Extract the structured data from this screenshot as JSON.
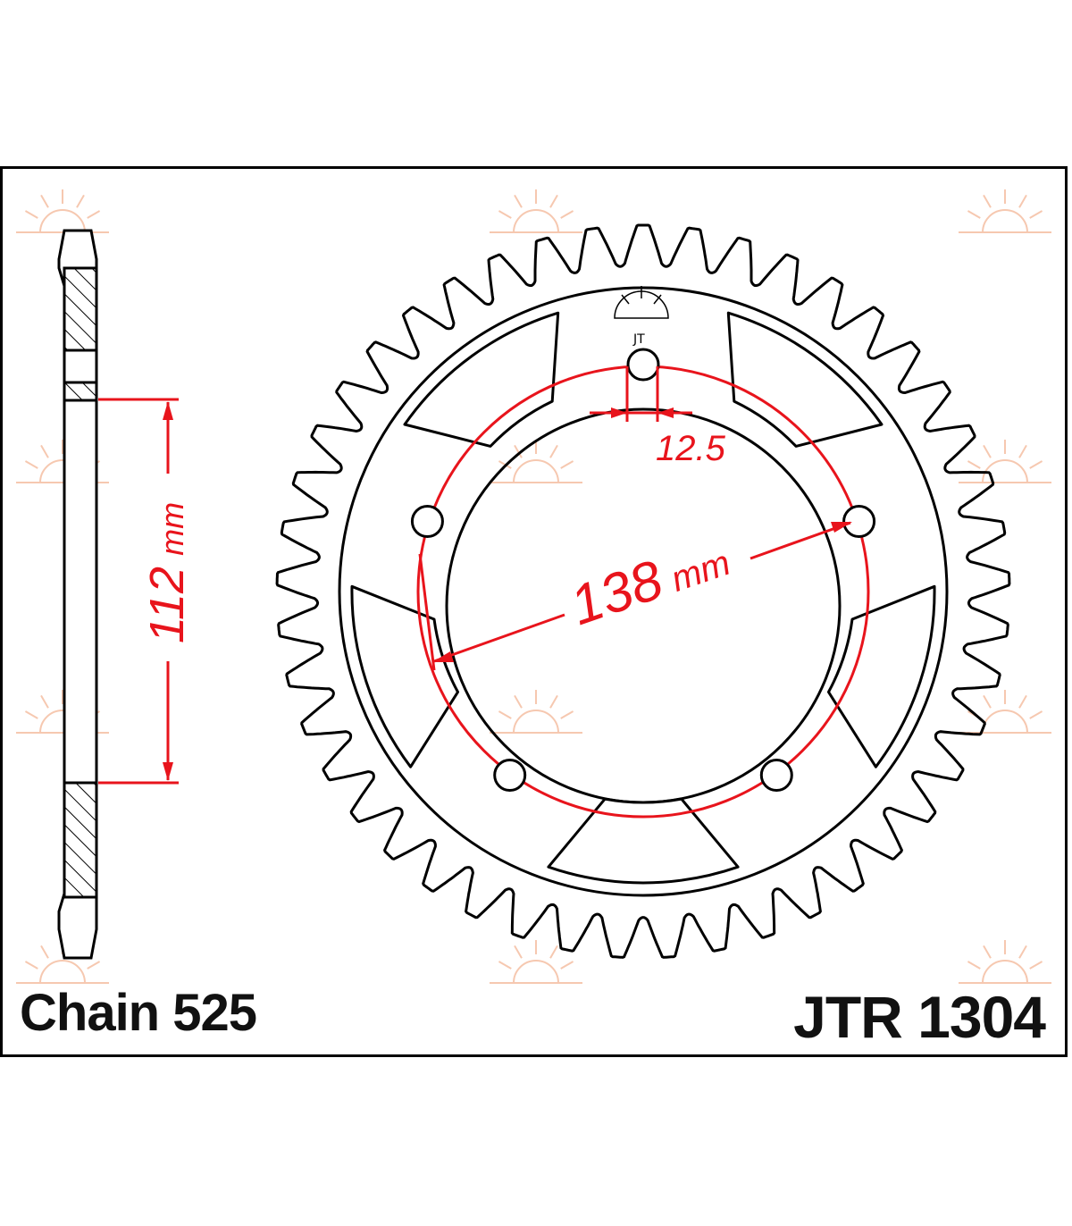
{
  "title": "JTR 1304",
  "chain": "Chain 525",
  "dimensions": {
    "bolt_hole": "12.5",
    "pcd_value": "138",
    "pcd_unit": "mm",
    "offset_value": "112",
    "offset_unit": "mm"
  },
  "sprocket": {
    "teeth": 45,
    "bolt_holes": 5
  },
  "watermark": "JT SPROCKETS",
  "colors": {
    "outline": "#000000",
    "dimension": "#e8141c",
    "watermark": "#f6c8b0"
  }
}
